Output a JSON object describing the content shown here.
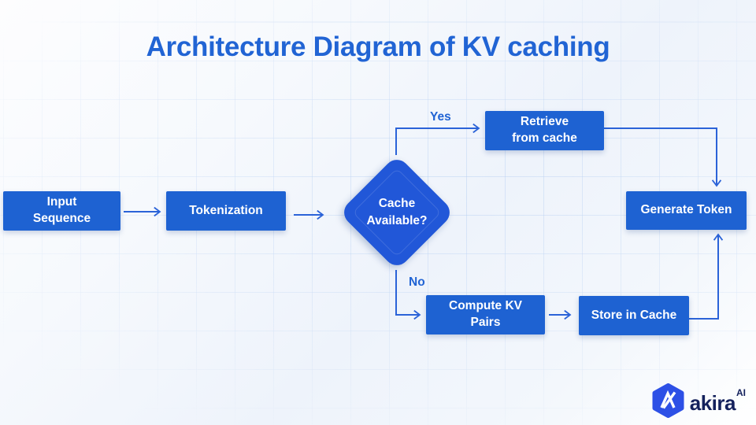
{
  "title": "Architecture Diagram of KV caching",
  "nodes": {
    "input": {
      "label": "Input Sequence"
    },
    "tokenization": {
      "label": "Tokenization"
    },
    "decision": {
      "label": "Cache Available?"
    },
    "retrieve": {
      "label": "Retrieve from cache"
    },
    "generate": {
      "label": "Generate Token"
    },
    "compute": {
      "label": "Compute KV Pairs"
    },
    "store": {
      "label": "Store in Cache"
    }
  },
  "edges": {
    "yes_label": "Yes",
    "no_label": "No"
  },
  "branding": {
    "name": "akira",
    "suffix": "AI",
    "logo_icon": "hexagon-a-logo-icon"
  },
  "colors": {
    "accent": "#2164d4",
    "node-fill": "#1e62d2",
    "diamond-fill": "#2157d8",
    "arrow": "#2b63d8",
    "brand-hex": "#2d50e6",
    "brand-text": "#14215c",
    "grid-line": "rgba(168,198,240,0.42)"
  }
}
